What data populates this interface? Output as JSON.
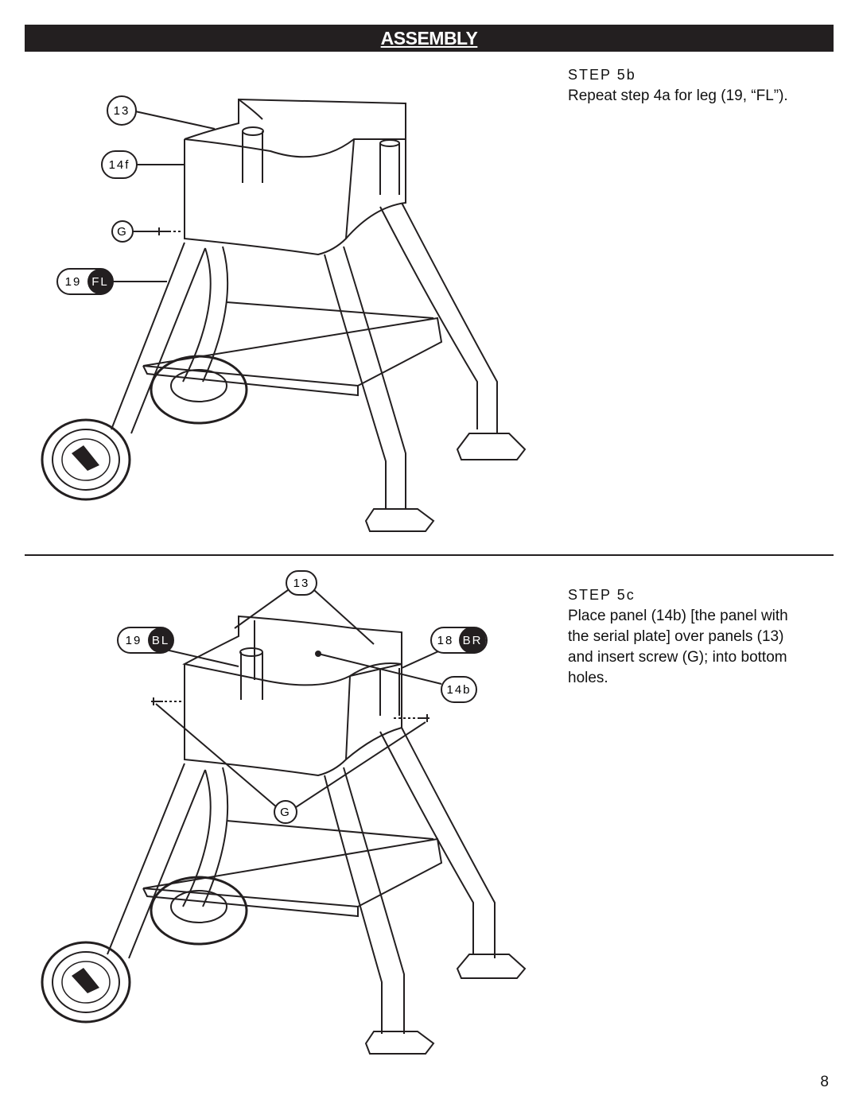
{
  "header": {
    "title": "ASSEMBLY"
  },
  "step_5b": {
    "title": "STEP 5b",
    "text": "Repeat step 4a for leg (19, “FL”).",
    "callouts": {
      "panel": "13",
      "front_panel": "14f",
      "screw": "G",
      "leg_num": "19",
      "leg_code": "FL"
    }
  },
  "step_5c": {
    "title": "STEP 5c",
    "text_lines": [
      "Place panel (14b) [the panel with",
      "the serial plate] over panels (13)",
      "and insert screw (G); into bottom",
      "holes."
    ],
    "callouts": {
      "panel": "13",
      "left_leg_num": "19",
      "left_leg_code": "BL",
      "right_leg_num": "18",
      "right_leg_code": "BR",
      "back_panel": "14b",
      "screw": "G"
    }
  },
  "page_number": "8"
}
